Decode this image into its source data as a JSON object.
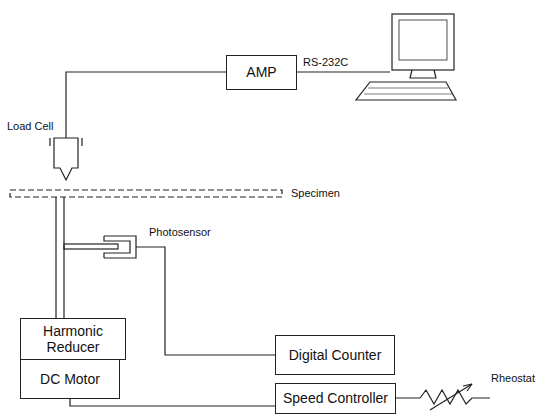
{
  "diagram": {
    "nodes": [
      {
        "text": [
          "AMP"
        ]
      },
      {
        "text": [
          "Harmonic Reducer"
        ]
      },
      {
        "text": [
          "DC Motor"
        ]
      },
      {
        "text": [
          "Digital Counter"
        ]
      },
      {
        "text": [
          "Speed Controller"
        ]
      }
    ],
    "edges": [
      {
        "from": 2,
        "to": 4,
        "arrow": "none"
      }
    ],
    "labels": [
      "RS-232C",
      "Load Cell",
      "Specimen",
      "Photosensor",
      "Rheostat"
    ]
  }
}
